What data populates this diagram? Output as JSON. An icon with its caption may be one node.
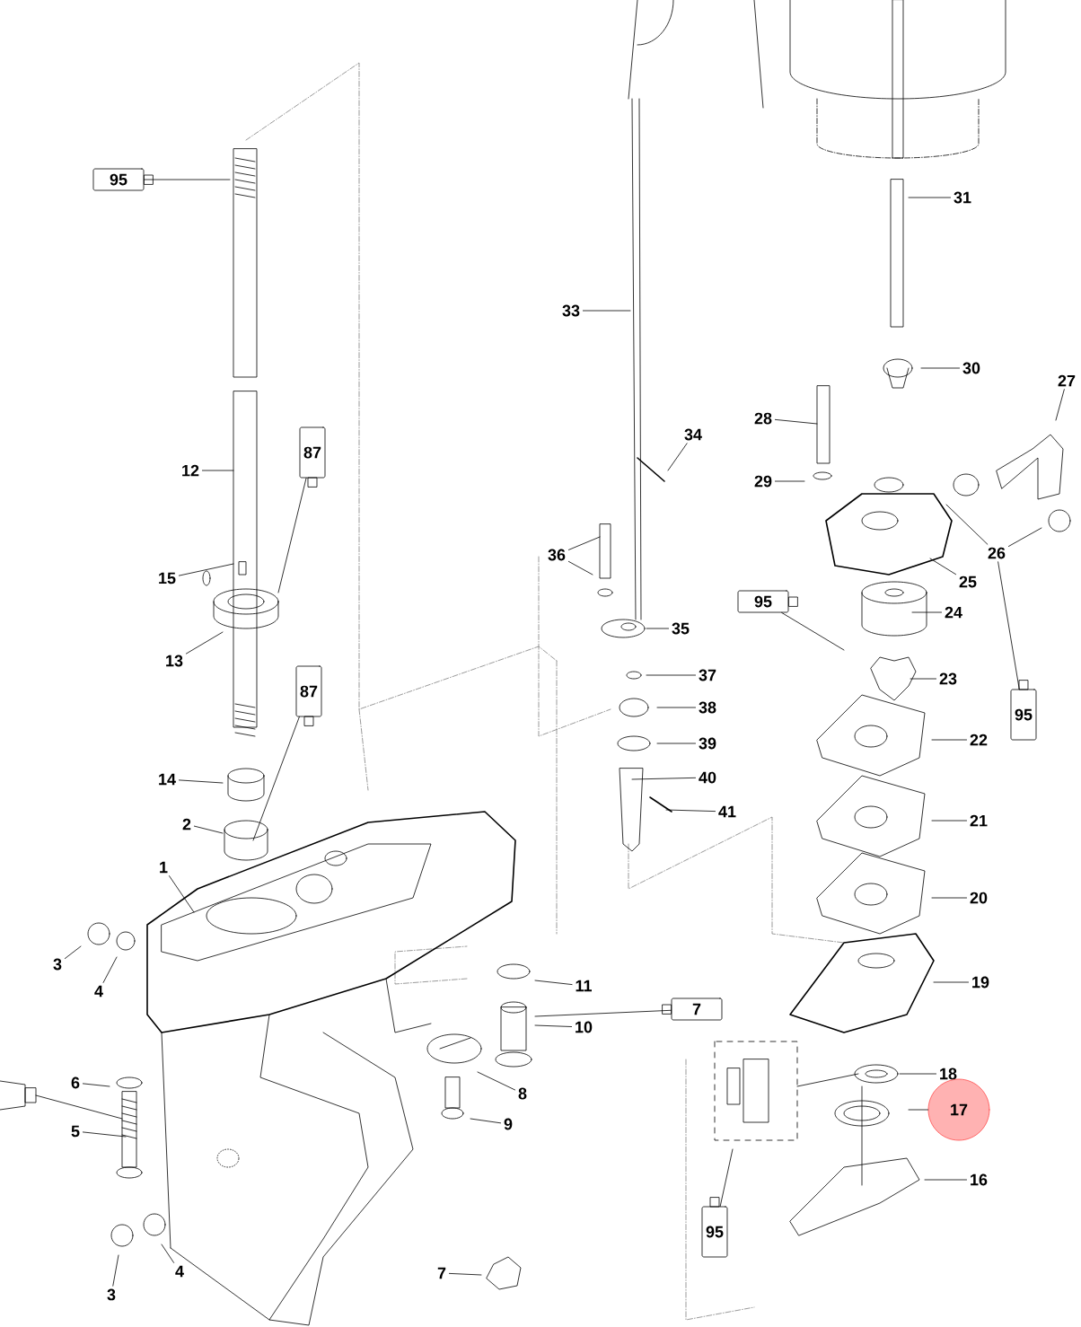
{
  "diagram": {
    "nodes": [
      {
        "text": [
          "95"
        ]
      },
      {
        "text": [
          "87"
        ]
      },
      {
        "text": [
          "12"
        ]
      },
      {
        "text": [
          "15"
        ]
      },
      {
        "text": [
          "13"
        ]
      },
      {
        "text": [
          "87"
        ]
      },
      {
        "text": [
          "14"
        ]
      },
      {
        "text": [
          "2"
        ]
      },
      {
        "text": [
          "1"
        ]
      },
      {
        "text": [
          "3"
        ]
      },
      {
        "text": [
          "4"
        ]
      },
      {
        "text": [
          "6"
        ]
      },
      {
        "text": [
          "5"
        ]
      },
      {
        "text": [
          "3"
        ]
      },
      {
        "text": [
          "4"
        ]
      },
      {
        "text": [
          "7"
        ]
      },
      {
        "text": [
          "8"
        ]
      },
      {
        "text": [
          "9"
        ]
      },
      {
        "text": [
          "10"
        ]
      },
      {
        "text": [
          "11"
        ]
      },
      {
        "text": [
          "7"
        ]
      },
      {
        "text": [
          "33"
        ]
      },
      {
        "text": [
          "34"
        ]
      },
      {
        "text": [
          "36"
        ]
      },
      {
        "text": [
          "35"
        ]
      },
      {
        "text": [
          "95"
        ]
      },
      {
        "text": [
          "37"
        ]
      },
      {
        "text": [
          "38"
        ]
      },
      {
        "text": [
          "39"
        ]
      },
      {
        "text": [
          "40"
        ]
      },
      {
        "text": [
          "41"
        ]
      },
      {
        "text": [
          "31"
        ]
      },
      {
        "text": [
          "30"
        ]
      },
      {
        "text": [
          "28"
        ]
      },
      {
        "text": [
          "29"
        ]
      },
      {
        "text": [
          "27"
        ]
      },
      {
        "text": [
          "26"
        ]
      },
      {
        "text": [
          "25"
        ]
      },
      {
        "text": [
          "24"
        ]
      },
      {
        "text": [
          "23"
        ]
      },
      {
        "text": [
          "95"
        ]
      },
      {
        "text": [
          "22"
        ]
      },
      {
        "text": [
          "21"
        ]
      },
      {
        "text": [
          "20"
        ]
      },
      {
        "text": [
          "19"
        ]
      },
      {
        "text": [
          "18"
        ]
      },
      {
        "text": [
          "17"
        ]
      },
      {
        "text": [
          "16"
        ]
      },
      {
        "text": [
          "95"
        ]
      }
    ],
    "edges": [
      {
        "from": 0,
        "to": null,
        "arrow": "none"
      },
      {
        "from": 1,
        "to": null,
        "arrow": "none"
      },
      {
        "from": 2,
        "to": null,
        "arrow": "none"
      },
      {
        "from": 3,
        "to": null,
        "arrow": "none"
      },
      {
        "from": 4,
        "to": null,
        "arrow": "none"
      },
      {
        "from": 5,
        "to": null,
        "arrow": "none"
      },
      {
        "from": 6,
        "to": null,
        "arrow": "none"
      },
      {
        "from": 7,
        "to": null,
        "arrow": "none"
      },
      {
        "from": 8,
        "to": null,
        "arrow": "none"
      },
      {
        "from": 9,
        "to": null,
        "arrow": "none"
      },
      {
        "from": 10,
        "to": null,
        "arrow": "none"
      },
      {
        "from": 11,
        "to": null,
        "arrow": "none"
      },
      {
        "from": 12,
        "to": null,
        "arrow": "none"
      },
      {
        "from": 13,
        "to": null,
        "arrow": "none"
      },
      {
        "from": 14,
        "to": null,
        "arrow": "none"
      },
      {
        "from": 15,
        "to": null,
        "arrow": "none"
      },
      {
        "from": 16,
        "to": null,
        "arrow": "none"
      },
      {
        "from": 17,
        "to": null,
        "arrow": "none"
      },
      {
        "from": 18,
        "to": null,
        "arrow": "none"
      },
      {
        "from": 19,
        "to": null,
        "arrow": "none"
      },
      {
        "from": 20,
        "to": null,
        "arrow": "none"
      },
      {
        "from": 21,
        "to": null,
        "arrow": "none"
      },
      {
        "from": 22,
        "to": null,
        "arrow": "none"
      },
      {
        "from": 23,
        "to": null,
        "arrow": "none"
      },
      {
        "from": 23,
        "to": null,
        "arrow": "none"
      },
      {
        "from": 24,
        "to": null,
        "arrow": "none"
      },
      {
        "from": 25,
        "to": null,
        "arrow": "none"
      },
      {
        "from": 26,
        "to": null,
        "arrow": "none"
      },
      {
        "from": 27,
        "to": null,
        "arrow": "none"
      },
      {
        "from": 28,
        "to": null,
        "arrow": "none"
      },
      {
        "from": 29,
        "to": null,
        "arrow": "none"
      },
      {
        "from": 30,
        "to": null,
        "arrow": "none"
      },
      {
        "from": 31,
        "to": null,
        "arrow": "none"
      },
      {
        "from": 32,
        "to": null,
        "arrow": "none"
      },
      {
        "from": 33,
        "to": null,
        "arrow": "none"
      },
      {
        "from": 34,
        "to": null,
        "arrow": "none"
      },
      {
        "from": 35,
        "to": null,
        "arrow": "none"
      },
      {
        "from": 36,
        "to": null,
        "arrow": "none"
      },
      {
        "from": 36,
        "to": null,
        "arrow": "none"
      },
      {
        "from": 37,
        "to": null,
        "arrow": "none"
      },
      {
        "from": 38,
        "to": null,
        "arrow": "none"
      },
      {
        "from": 39,
        "to": null,
        "arrow": "none"
      },
      {
        "from": 40,
        "to": 36,
        "arrow": "none"
      },
      {
        "from": 41,
        "to": null,
        "arrow": "none"
      },
      {
        "from": 42,
        "to": null,
        "arrow": "none"
      },
      {
        "from": 43,
        "to": null,
        "arrow": "none"
      },
      {
        "from": 44,
        "to": null,
        "arrow": "none"
      },
      {
        "from": 45,
        "to": null,
        "arrow": "none"
      },
      {
        "from": 46,
        "to": null,
        "arrow": "none"
      },
      {
        "from": 47,
        "to": null,
        "arrow": "none"
      },
      {
        "from": 48,
        "to": null,
        "arrow": "none"
      }
    ]
  }
}
